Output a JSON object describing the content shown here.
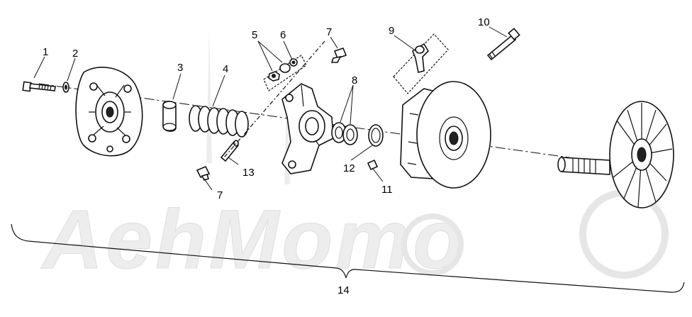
{
  "callouts": {
    "c1": "1",
    "c2": "2",
    "c3": "3",
    "c4": "4",
    "c5": "5",
    "c6": "6",
    "c7a": "7",
    "c7b": "7",
    "c8": "8",
    "c9": "9",
    "c10": "10",
    "c11": "11",
    "c12": "12",
    "c13": "13",
    "c14": "14"
  },
  "watermark": {
    "text": "AehMomo"
  },
  "colors": {
    "line": "#111111",
    "background": "#ffffff",
    "watermark": "#e8e8e8"
  }
}
